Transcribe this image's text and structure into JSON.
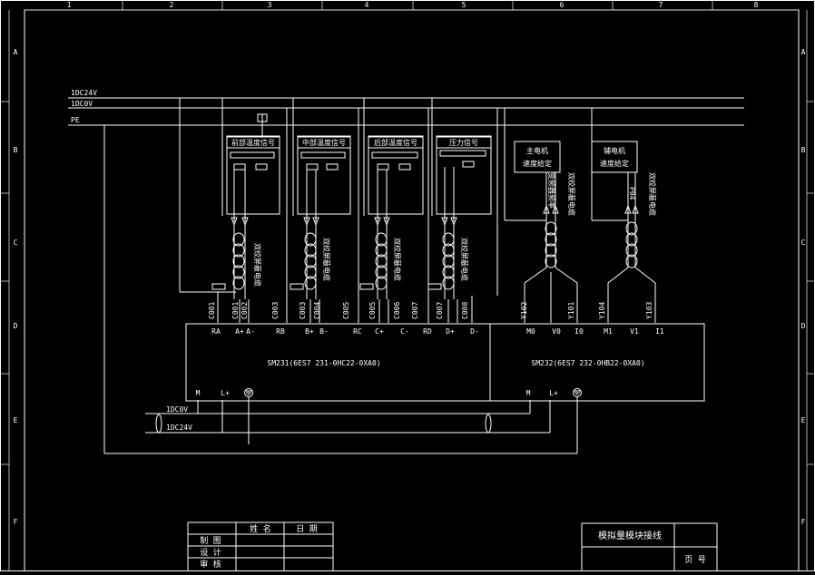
{
  "frame": {
    "columns": [
      "1",
      "2",
      "3",
      "4",
      "5",
      "6",
      "7",
      "8"
    ],
    "rows": [
      "A",
      "B",
      "C",
      "D",
      "E",
      "F"
    ]
  },
  "buses": {
    "dc24v": "1DC24V",
    "dc0v": "1DC0V",
    "pe": "PE",
    "bottom_dc0v": "1DC0V",
    "bottom_dc24v": "1DC24V"
  },
  "sensors": [
    {
      "label": "前部温度信号",
      "cable": "双绞屏蔽电缆"
    },
    {
      "label": "中部温度信号",
      "cable": "双绞屏蔽电缆"
    },
    {
      "label": "后部温度信号",
      "cable": "双绞屏蔽电缆"
    },
    {
      "label": "压力信号",
      "cable": "双绞屏蔽电缆"
    }
  ],
  "motors": [
    {
      "label_lines": [
        "主电机",
        "速度给定"
      ],
      "signal": "变频器频率",
      "cable": "双绞屏蔽电缆"
    },
    {
      "label_lines": [
        "辅电机",
        "速度给定"
      ],
      "signal": "P04",
      "cable": "双绞屏蔽电缆"
    }
  ],
  "wire_numbers": [
    "C001",
    "C001",
    "C002",
    "C003",
    "C003",
    "C004",
    "C005",
    "C005",
    "C006",
    "C007",
    "C007",
    "C008",
    "Y102",
    "Y101",
    "Y104",
    "Y103"
  ],
  "module1": {
    "name": "SM231(6ES7 231-0HC22-0XA0)",
    "terminals": [
      "RA",
      "A+",
      "A-",
      "RB",
      "B+",
      "B-",
      "RC",
      "C+",
      "C-",
      "RD",
      "D+",
      "D-"
    ],
    "power": [
      "M",
      "L+"
    ]
  },
  "module2": {
    "name": "SM232(6ES7 232-0HB22-0XA0)",
    "terminals": [
      "M0",
      "V0",
      "I0",
      "M1",
      "V1",
      "I1"
    ],
    "power": [
      "M",
      "L+"
    ]
  },
  "title_block": {
    "headers": [
      "姓 名",
      "日 期"
    ],
    "rows": [
      "制 图",
      "设 计",
      "审 核"
    ],
    "drawing_title": "模拟量模块接线",
    "page_label": "页 号"
  }
}
